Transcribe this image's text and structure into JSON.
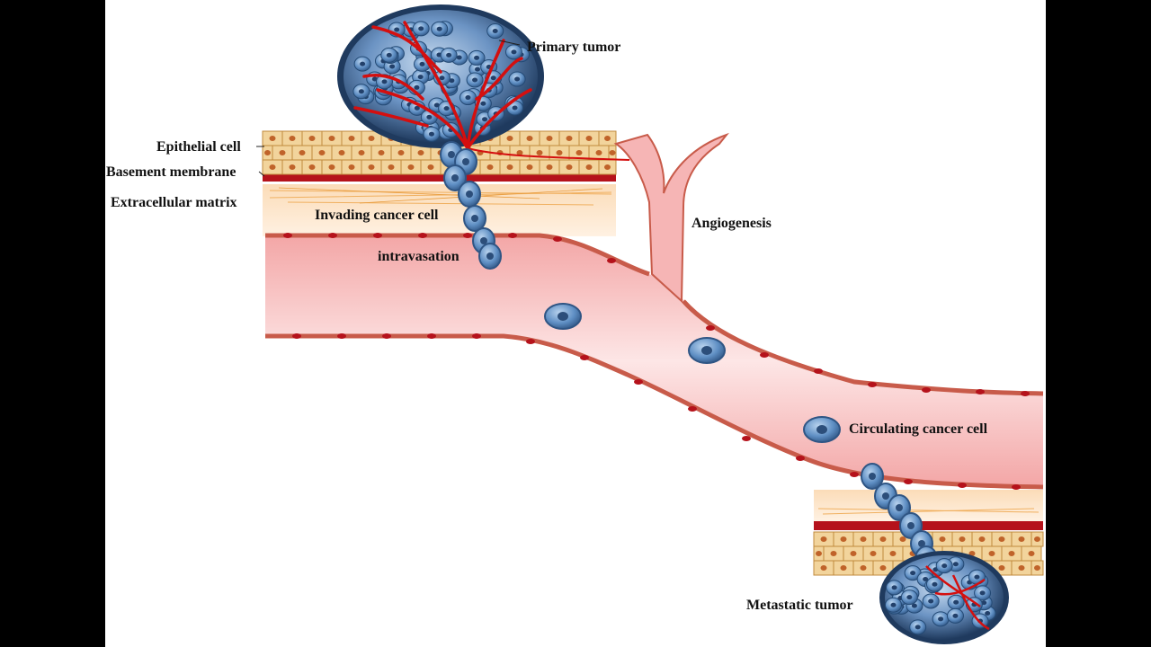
{
  "labels": {
    "primary_tumor": "Primary tumor",
    "epithelial_cell": "Epithelial cell",
    "basement_membrane": "Basement membrane",
    "extracellular_matrix": "Extracellular matrix",
    "invading_cancer_cell": "Invading cancer cell",
    "intravasation": "intravasation",
    "angiogenesis": "Angiogenesis",
    "circulating_cancer_cell": "Circulating cancer cell",
    "metastatic_tumor": "Metastatic tumor"
  },
  "colors": {
    "frame": "#000000",
    "background": "#ffffff",
    "vessel_inner": "#f6b8b8",
    "vessel_wall": "#c85b4a",
    "ecm": "#fbe2c4",
    "epithelium": "#f2d49c",
    "basement": "#b5121b",
    "tumor_cell": "#3f6fa4",
    "tumor_dark": "#243f63",
    "tumor_vessel": "#d40f0f"
  }
}
